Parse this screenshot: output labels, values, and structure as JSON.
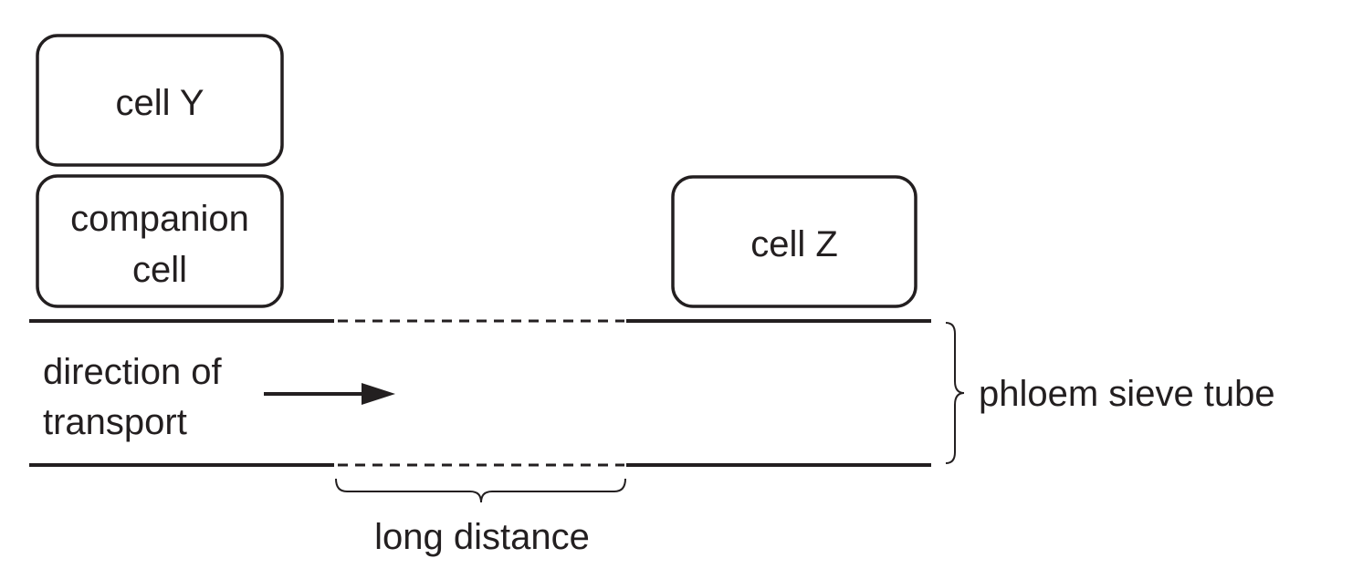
{
  "diagram": {
    "cells": {
      "cell_y": {
        "label": "cell Y"
      },
      "companion": {
        "line1": "companion",
        "line2": "cell"
      },
      "cell_z": {
        "label": "cell Z"
      }
    },
    "direction": {
      "line1": "direction of",
      "line2": "transport"
    },
    "sieve_tube_label": "phloem sieve tube",
    "distance_label": "long distance"
  }
}
